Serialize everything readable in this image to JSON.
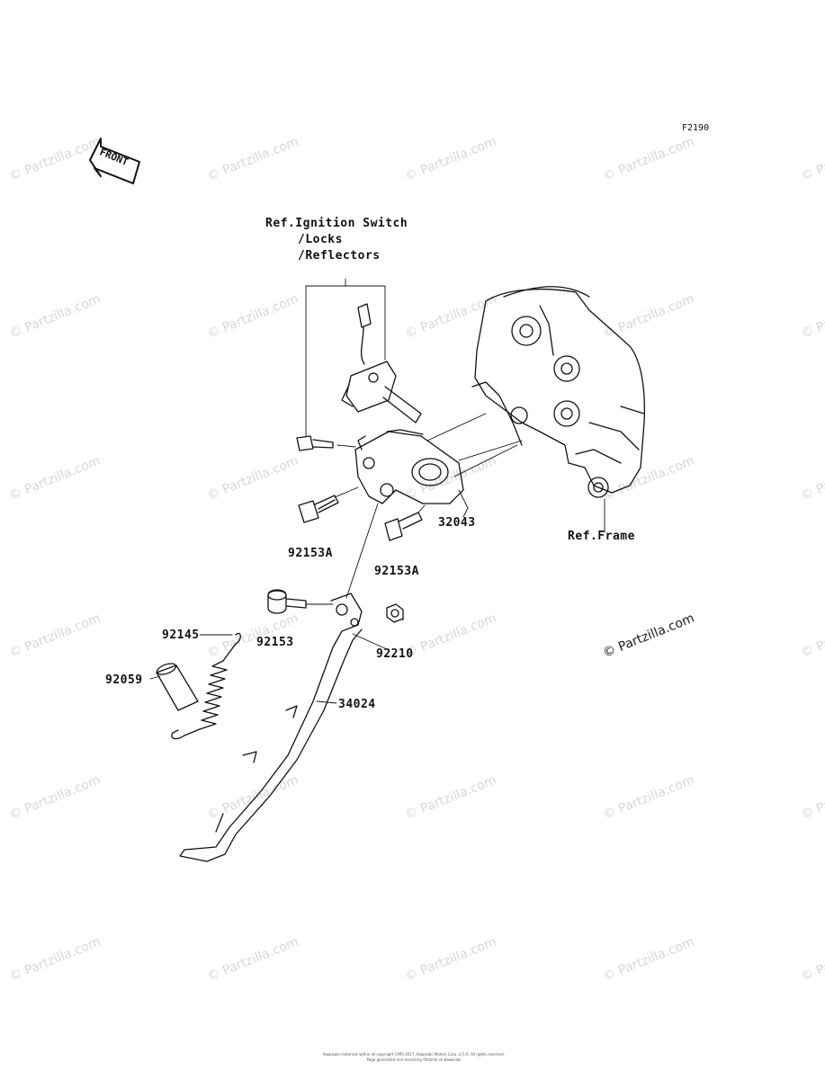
{
  "diagram_code": "F2190",
  "front_label": "FRONT",
  "ref_ignition": {
    "line1": "Ref.Ignition Switch",
    "line2": "/Locks",
    "line3": "/Reflectors"
  },
  "ref_frame": "Ref.Frame",
  "parts": {
    "p32043": "32043",
    "p92153A_left": "92153A",
    "p92153A_right": "92153A",
    "p92153": "92153",
    "p92210": "92210",
    "p92145": "92145",
    "p92059": "92059",
    "p34024": "34024"
  },
  "copyright_mark": "© Partzilla.com",
  "watermark_text": "© Partzilla.com",
  "footer": {
    "line1": "Kawasaki materials within all copyright 1995-2017, Kawasaki Motors Corp.,U.S.A. All rights reserved.",
    "line2": "Page generated and served by Partzilla on Kawasaki"
  }
}
